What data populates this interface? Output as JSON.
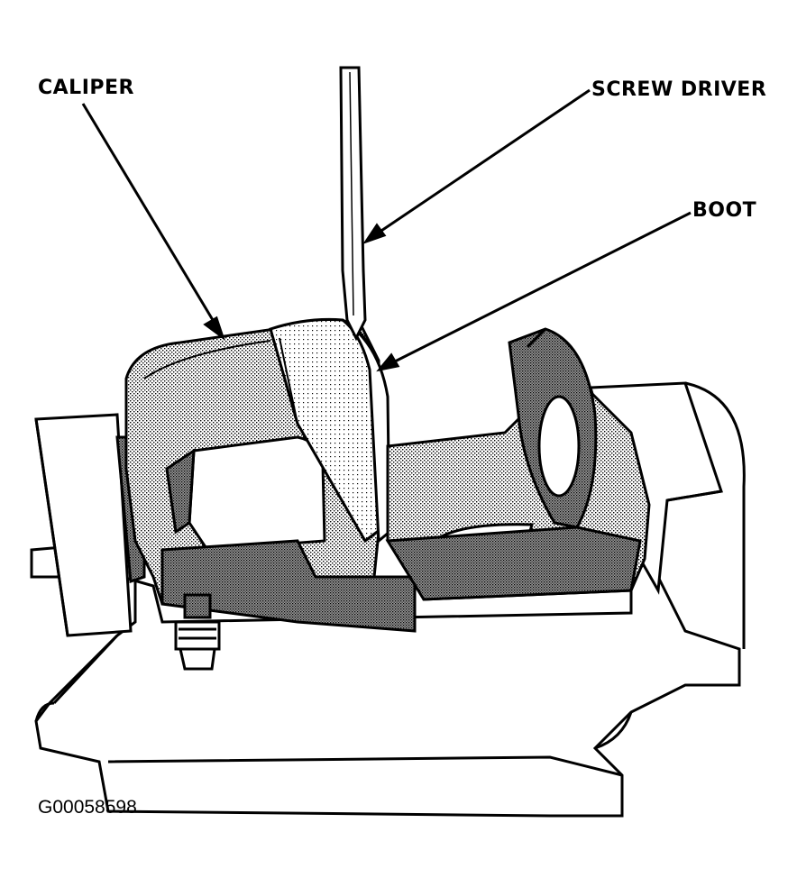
{
  "labels": {
    "caliper": "CALIPER",
    "screw_driver": "SCREW DRIVER",
    "boot": "BOOT"
  },
  "figure_id": "G00058598",
  "colors": {
    "ink": "#000000",
    "paper": "#ffffff",
    "shade": "#8c8c8c",
    "shade_dark": "#5a5a5a"
  }
}
